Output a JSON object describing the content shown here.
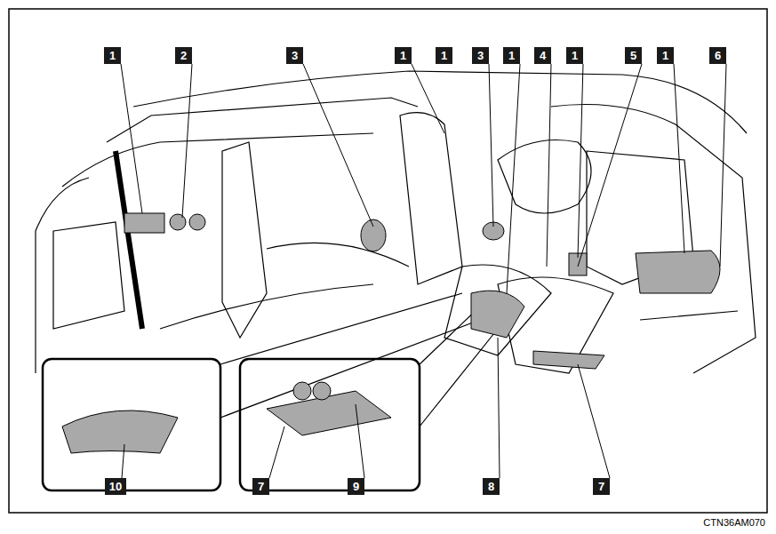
{
  "diagram": {
    "labels": [
      "1",
      "2",
      "3",
      "1",
      "1",
      "3",
      "1",
      "4",
      "1",
      "5",
      "1",
      "6",
      "10",
      "7",
      "9",
      "8",
      "7",
      "CTN36AM070"
    ]
  }
}
